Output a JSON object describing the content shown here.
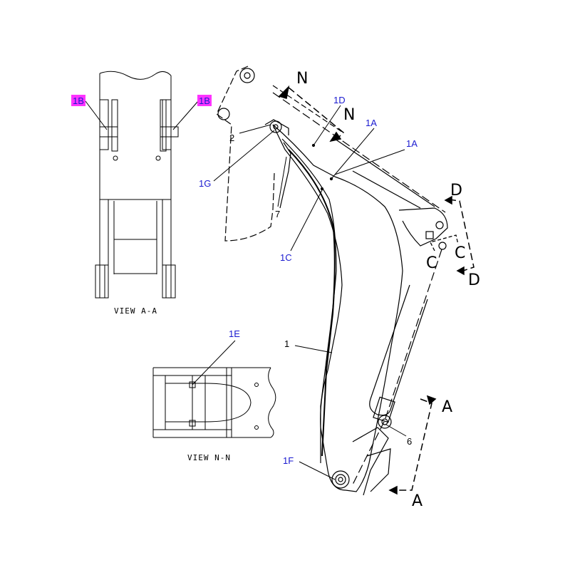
{
  "colors": {
    "callout_blue": "#1a1ad0",
    "highlight_magenta": "#ff33ff",
    "line": "#000000"
  },
  "views": {
    "view_a": {
      "caption": "VIEW A-A"
    },
    "view_n": {
      "caption": "VIEW N-N"
    }
  },
  "callouts": {
    "c_1B_left": "1B",
    "c_1B_right": "1B",
    "c_1D": "1D",
    "c_1A_upper": "1A",
    "c_1A_lower": "1A",
    "c_2": "2",
    "c_1G": "1G",
    "c_7": "7",
    "c_1C": "1C",
    "c_1E": "1E",
    "c_1": "1",
    "c_6": "6",
    "c_1F": "1F"
  },
  "section_markers": {
    "n_top": "N",
    "n_bottom": "N",
    "d_top": "D",
    "d_bottom": "D",
    "c_left": "C",
    "c_right": "C",
    "a_top": "A",
    "a_bottom": "A"
  }
}
